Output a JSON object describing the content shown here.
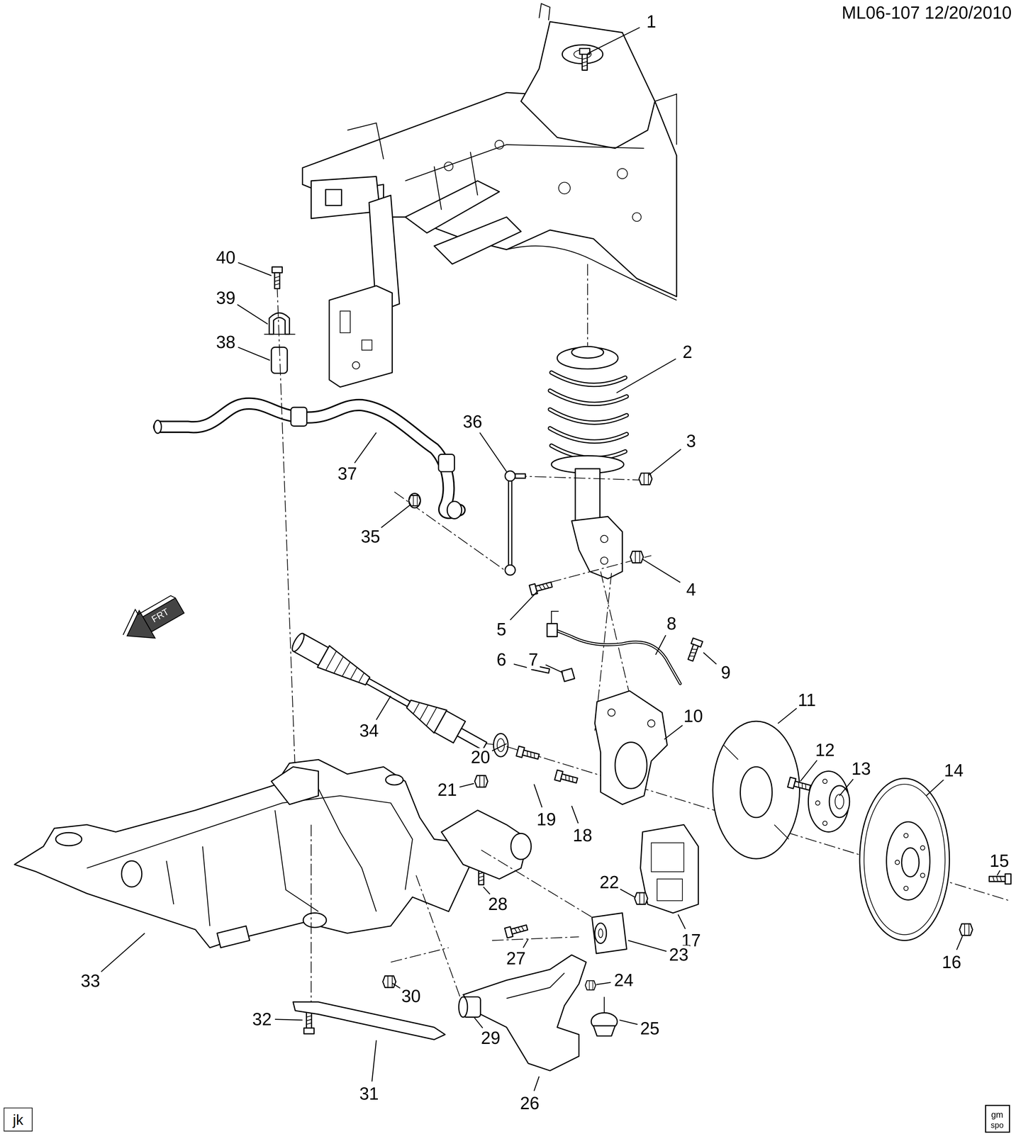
{
  "diagram": {
    "nodes": [
      {
        "text": [
          "jk"
        ]
      }
    ],
    "labels": [
      "ML06-107 12/20/2010",
      "1",
      "2",
      "3",
      "4",
      "5",
      "6",
      "7",
      "8",
      "9",
      "10",
      "11",
      "12",
      "13",
      "14",
      "15",
      "16",
      "17",
      "18",
      "19",
      "20",
      "21",
      "22",
      "23",
      "24",
      "25",
      "26",
      "27",
      "28",
      "29",
      "30",
      "31",
      "32",
      "33",
      "34",
      "35",
      "36",
      "37",
      "38",
      "39",
      "40",
      "FRT",
      "gm",
      "spo"
    ]
  }
}
